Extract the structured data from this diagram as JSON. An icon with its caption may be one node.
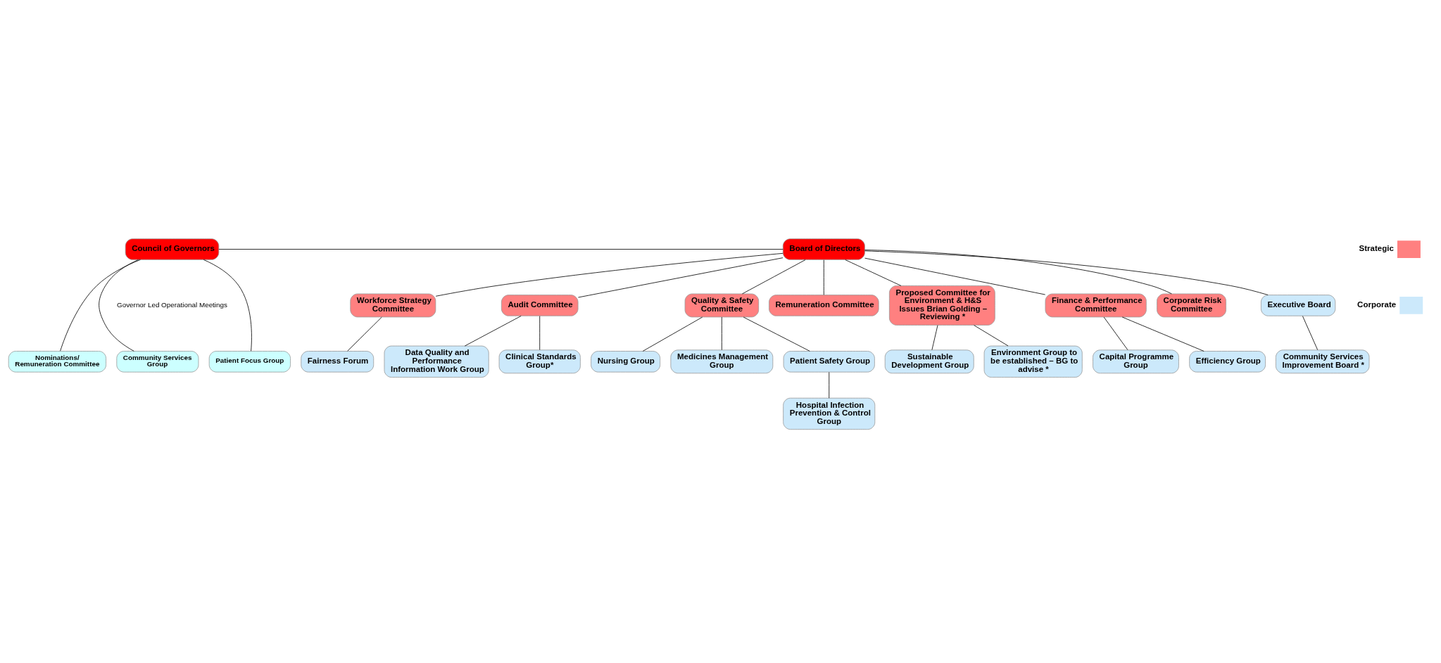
{
  "diagram": {
    "nodes": [
      {
        "text": [
          "Council of Governors"
        ]
      },
      {
        "text": [
          "Board of Directors"
        ]
      },
      {
        "text": [
          "Nominations/ Remuneration Committee"
        ]
      },
      {
        "text": [
          "Community Services Group"
        ]
      },
      {
        "text": [
          "Patient Focus Group"
        ]
      },
      {
        "text": [
          "Workforce Strategy Committee"
        ]
      },
      {
        "text": [
          "Audit Committee"
        ]
      },
      {
        "text": [
          "Quality & Safety Committee"
        ]
      },
      {
        "text": [
          "Remuneration Committee"
        ]
      },
      {
        "text": [
          "Proposed Committee for Environment & H&S Issues Brian Golding – Reviewing *"
        ]
      },
      {
        "text": [
          "Finance & Performance Committee"
        ]
      },
      {
        "text": [
          "Corporate Risk Committee"
        ]
      },
      {
        "text": [
          "Fairness Forum"
        ]
      },
      {
        "text": [
          "Data Quality and Performance Information Work Group"
        ]
      },
      {
        "text": [
          "Executive Board"
        ]
      },
      {
        "text": [
          "Community Services Improvement Board *"
        ]
      },
      {
        "text": [
          "Sustainable Development Group"
        ]
      },
      {
        "text": [
          "Capital Programme Group"
        ]
      },
      {
        "text": [
          "Environment Group to be established – BG to advise *"
        ]
      },
      {
        "text": [
          "Efficiency Group"
        ]
      },
      {
        "text": [
          "Nursing Group"
        ]
      },
      {
        "text": [
          "Clinical Standards Group*"
        ]
      },
      {
        "text": [
          "Medicines Management Group"
        ]
      },
      {
        "text": [
          "Patient Safety Group"
        ]
      },
      {
        "text": [
          "Hospital Infection Prevention & Control Group"
        ]
      }
    ],
    "edges": [
      {
        "from": 0,
        "to": 1,
        "arrow": "none"
      },
      {
        "from": 0,
        "to": 2,
        "arrow": "none"
      },
      {
        "from": 0,
        "to": 3,
        "arrow": "none"
      },
      {
        "from": 0,
        "to": 4,
        "arrow": "none"
      },
      {
        "from": 1,
        "to": 5,
        "arrow": "none"
      },
      {
        "from": 1,
        "to": 6,
        "arrow": "none"
      },
      {
        "from": 1,
        "to": 7,
        "arrow": "none"
      },
      {
        "from": 1,
        "to": 8,
        "arrow": "none"
      },
      {
        "from": 1,
        "to": 9,
        "arrow": "none"
      },
      {
        "from": 1,
        "to": 10,
        "arrow": "none"
      },
      {
        "from": 1,
        "to": 11,
        "arrow": "none"
      },
      {
        "from": 1,
        "to": 14,
        "arrow": "none"
      },
      {
        "from": 5,
        "to": 12,
        "arrow": "none"
      },
      {
        "from": 6,
        "to": 13,
        "arrow": "none"
      },
      {
        "from": 6,
        "to": 21,
        "arrow": "none"
      },
      {
        "from": 7,
        "to": 22,
        "arrow": "none"
      },
      {
        "from": 7,
        "to": 23,
        "arrow": "none"
      },
      {
        "from": 7,
        "to": 20,
        "arrow": "none"
      },
      {
        "from": 14,
        "to": 15,
        "arrow": "none"
      },
      {
        "from": 9,
        "to": 16,
        "arrow": "none"
      },
      {
        "from": 9,
        "to": 18,
        "arrow": "none"
      },
      {
        "from": 10,
        "to": 17,
        "arrow": "none"
      },
      {
        "from": 10,
        "to": 19,
        "arrow": "none"
      },
      {
        "from": 23,
        "to": 24,
        "arrow": "none"
      }
    ],
    "labels": [
      "Governor Led Operational Meetings"
    ],
    "legend": [
      {
        "text": "Strategic",
        "color": "#ff8080"
      },
      {
        "text": "Corporate",
        "color": "#cce9fb"
      }
    ]
  }
}
